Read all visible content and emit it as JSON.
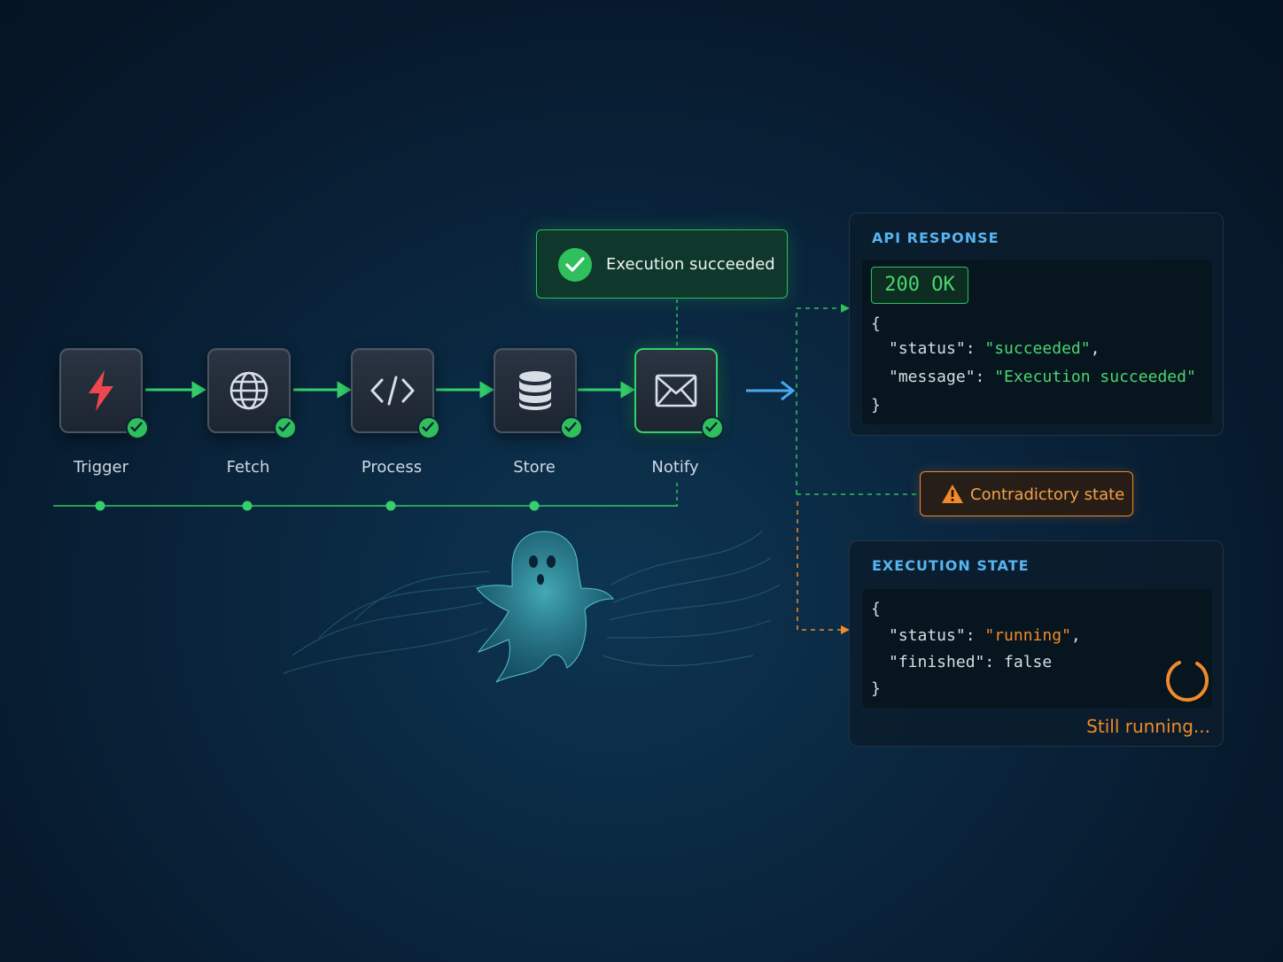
{
  "pipeline": {
    "nodes": [
      {
        "label": "Trigger",
        "icon": "lightning-icon",
        "status": "done"
      },
      {
        "label": "Fetch",
        "icon": "globe-icon",
        "status": "done"
      },
      {
        "label": "Process",
        "icon": "code-icon",
        "status": "done"
      },
      {
        "label": "Store",
        "icon": "database-icon",
        "status": "done"
      },
      {
        "label": "Notify",
        "icon": "envelope-icon",
        "status": "done",
        "highlighted": true
      }
    ]
  },
  "toast": {
    "text": "Execution succeeded",
    "icon": "check-circle-icon"
  },
  "api_response": {
    "title": "API RESPONSE",
    "status_badge": "200 OK",
    "lines": [
      "{",
      "\"status\": ",
      "\"succeeded\"",
      ",",
      "\"message\": ",
      "\"Execution succeeded\"",
      "}"
    ]
  },
  "warning": {
    "text": "Contradictory state",
    "icon": "warning-triangle-icon"
  },
  "execution_state": {
    "title": "EXECUTION STATE",
    "lines": [
      "{",
      "\"status\": ",
      "\"running\"",
      ",",
      "\"finished\": false",
      "}"
    ],
    "spinner_icon": "spinner-icon",
    "footer": "Still running..."
  },
  "colors": {
    "success": "#2fbf5c",
    "warning": "#f08a2a",
    "accent": "#56b4f0",
    "ghost": "#3aa6b0"
  }
}
